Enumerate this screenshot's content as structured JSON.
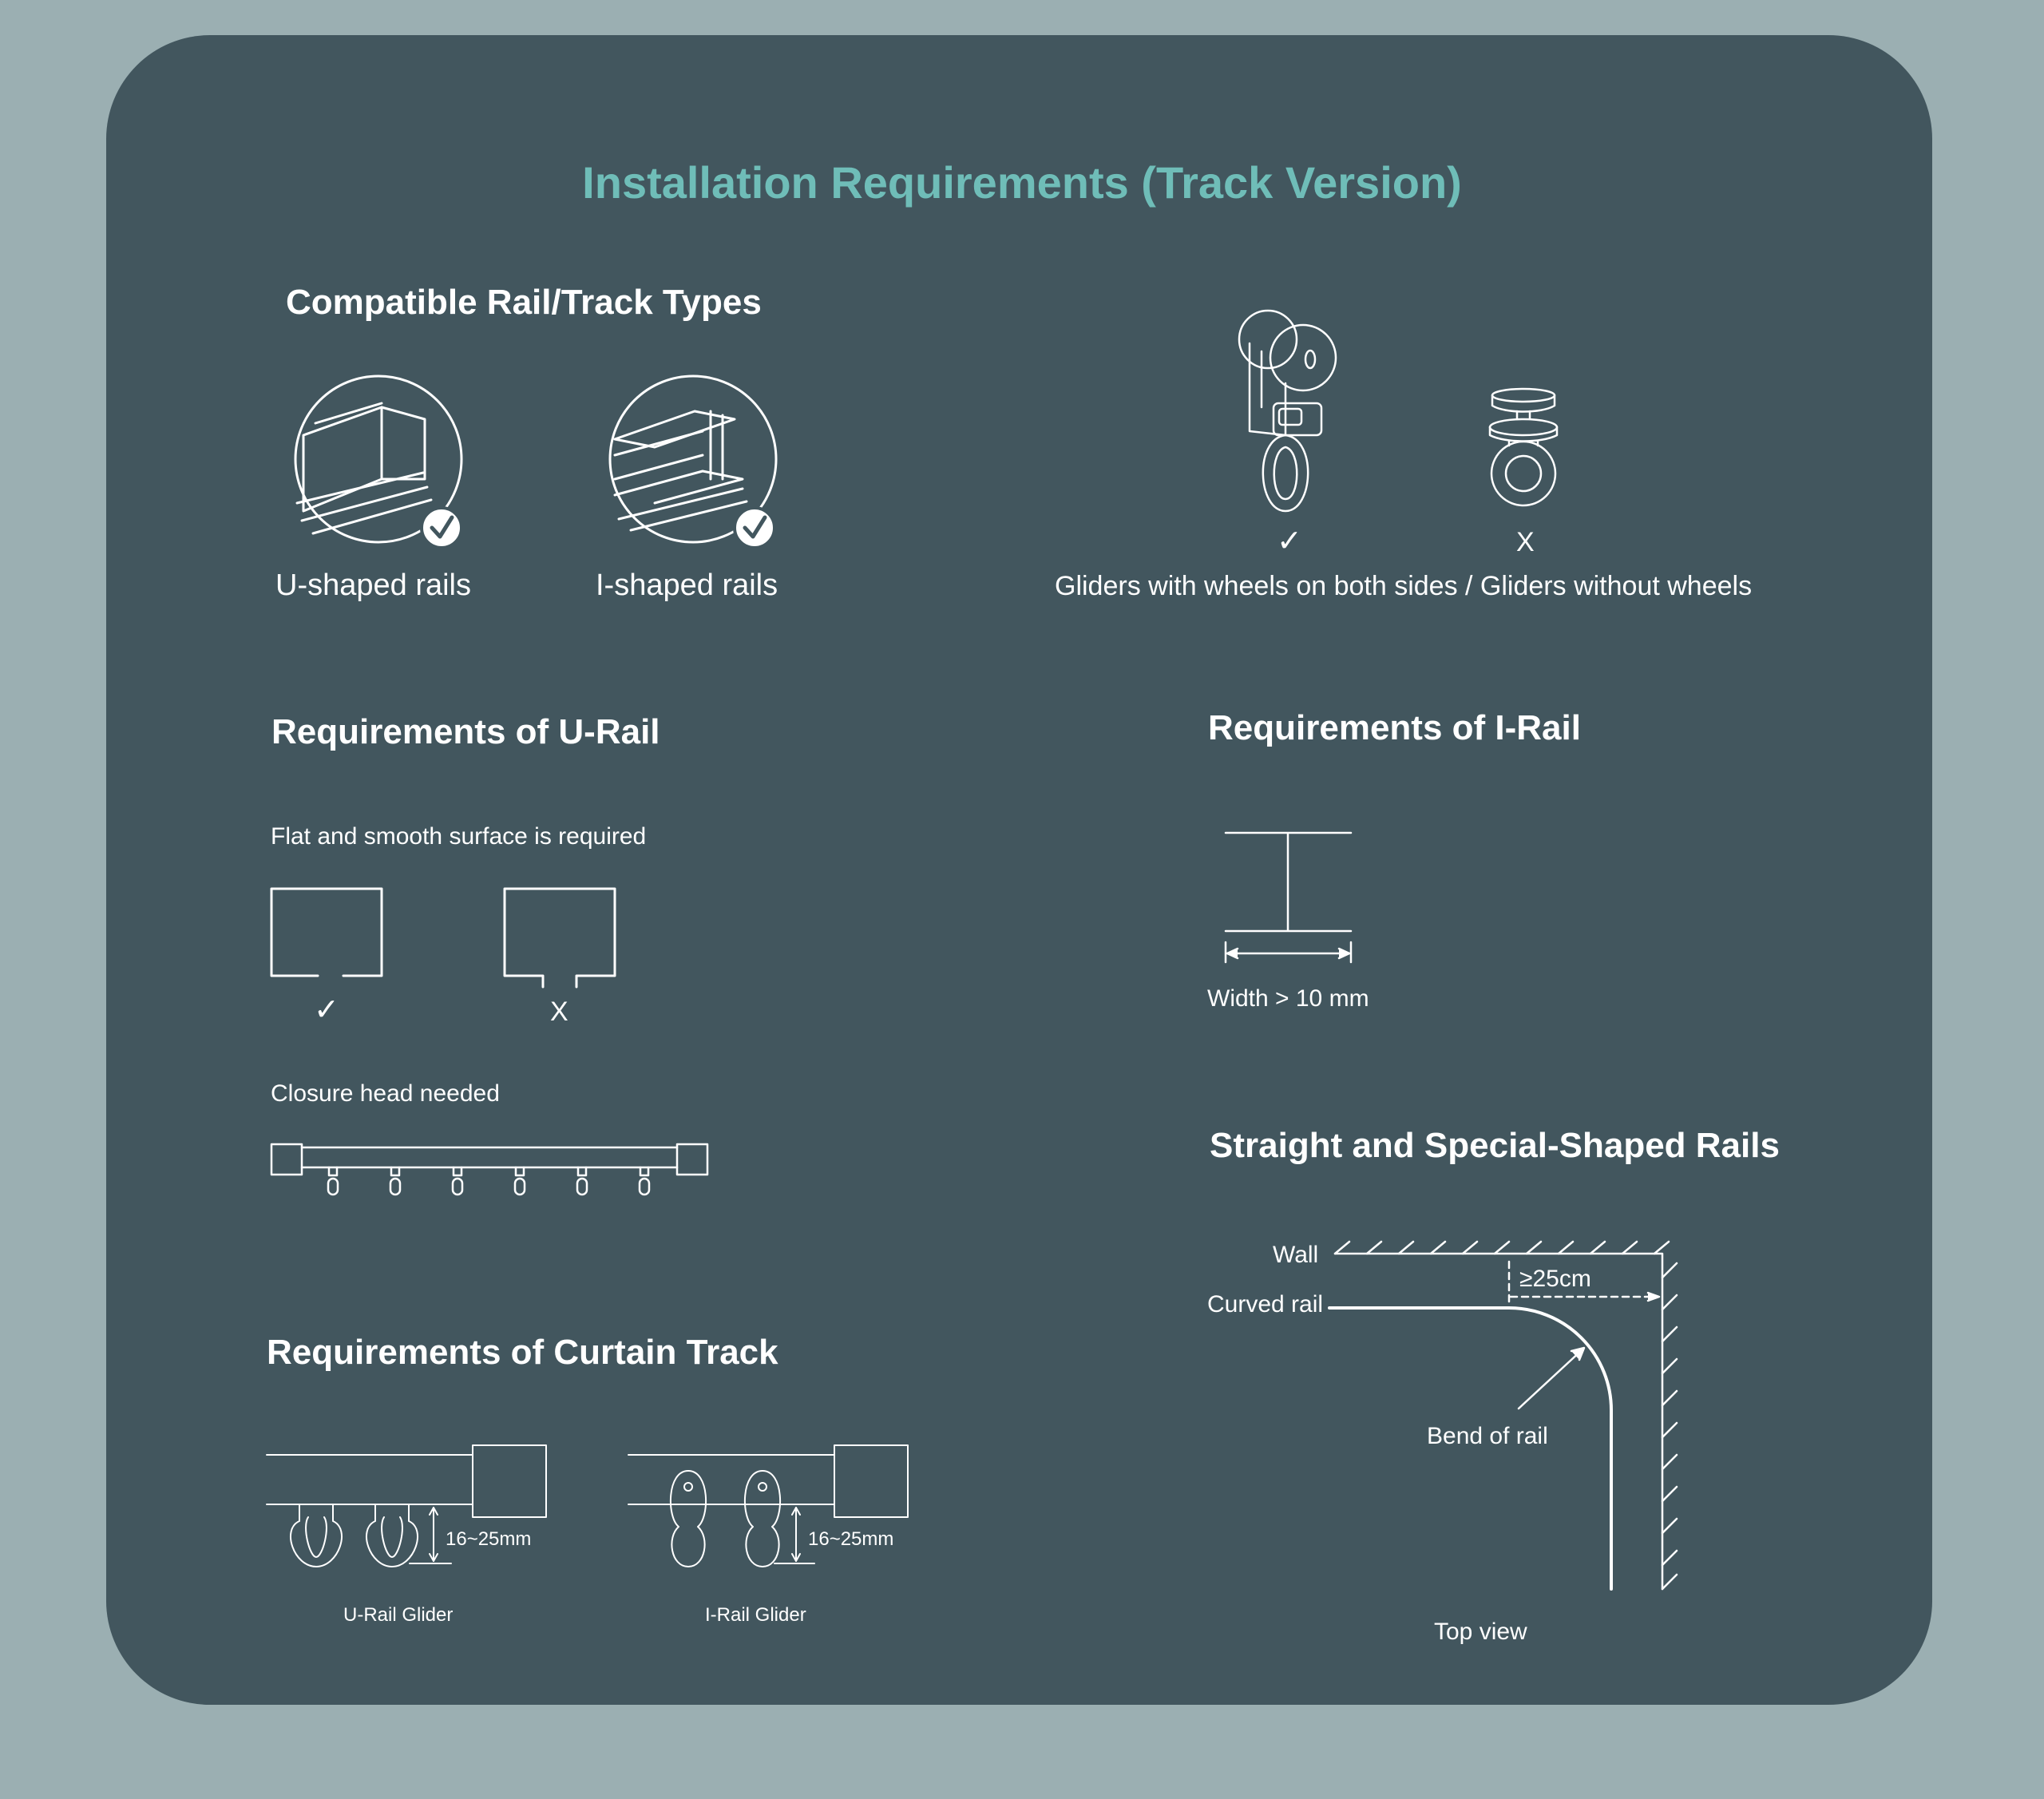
{
  "title": "Installation Requirements (Track Version)",
  "compatible": {
    "heading": "Compatible Rail/Track Types",
    "u_label": "U-shaped rails",
    "i_label": "I-shaped rails",
    "glider_ok_mark": "✓",
    "glider_no_mark": "X",
    "glider_caption": "Gliders with wheels on both sides / Gliders without wheels"
  },
  "u_rail": {
    "heading": "Requirements of U-Rail",
    "surface_note": "Flat and smooth surface is required",
    "ok_mark": "✓",
    "no_mark": "X",
    "closure_note": "Closure head needed"
  },
  "i_rail": {
    "heading": "Requirements of I-Rail",
    "width_note": "Width > 10 mm"
  },
  "curtain_track": {
    "heading": "Requirements of Curtain Track",
    "u_glider_label": "U-Rail Glider",
    "i_glider_label": "I-Rail Glider",
    "u_gap": "16~25mm",
    "i_gap": "16~25mm"
  },
  "special_rails": {
    "heading": "Straight and Special-Shaped Rails",
    "wall": "Wall",
    "curved_rail": "Curved rail",
    "clearance": "≥25cm",
    "bend": "Bend of rail",
    "view": "Top view"
  }
}
